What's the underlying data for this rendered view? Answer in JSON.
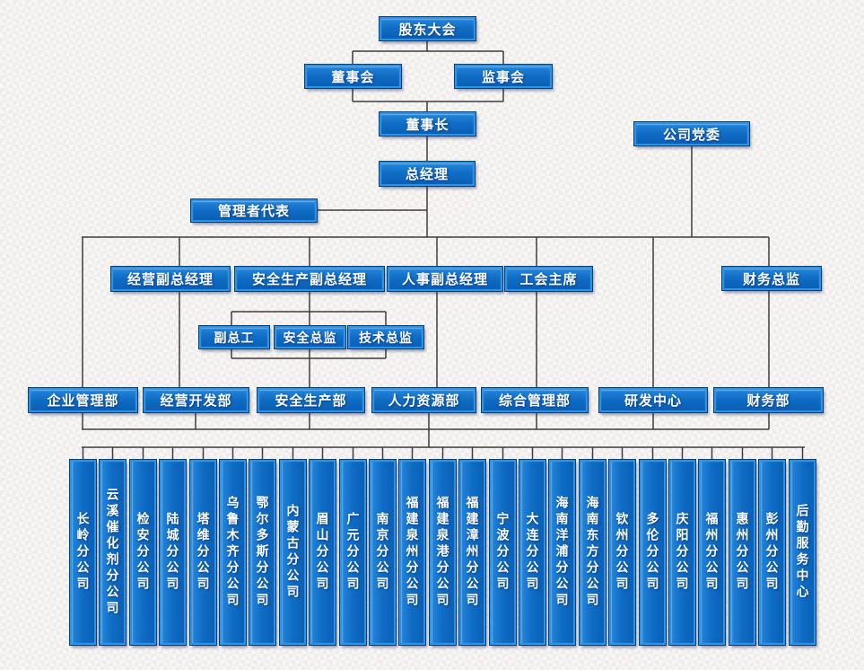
{
  "colors": {
    "box_fill": "#0f6cc4",
    "box_fill_top": "#2586da",
    "box_border": "#2f93e3",
    "box_edge": "#0a3f7d",
    "line": "#3d3d3d",
    "text": "#ffffff",
    "background": "#f7f6f4"
  },
  "nodes": {
    "shareholders_meeting": "股东大会",
    "board_of_directors": "董事会",
    "supervisory_board": "监事会",
    "chairman": "董事长",
    "party_committee": "公司党委",
    "general_manager": "总经理",
    "management_representative": "管理者代表",
    "vp_operations": "经营副总经理",
    "vp_safety_production": "安全生产副总经理",
    "vp_hr": "人事副总经理",
    "union_chairman": "工会主席",
    "finance_director": "财务总监",
    "deputy_chief_engineer": "副总工",
    "safety_director": "安全总监",
    "technical_director": "技术总监",
    "dept_enterprise_management": "企业管理部",
    "dept_business_development": "经营开发部",
    "dept_safety_production": "安全生产部",
    "dept_human_resources": "人力资源部",
    "dept_general_management": "综合管理部",
    "dept_rd_center": "研发中心",
    "dept_finance": "财务部"
  },
  "branches": [
    "长岭分公司",
    "云溪催化剂分公司",
    "检安分公司",
    "陆城分公司",
    "塔维分公司",
    "乌鲁木齐分公司",
    "鄂尔多斯分公司",
    "内蒙古分公司",
    "眉山分公司",
    "广元分公司",
    "南京分公司",
    "福建泉州分公司",
    "福建泉港分公司",
    "福建漳州分公司",
    "宁波分公司",
    "大连分公司",
    "海南洋浦分公司",
    "海南东方分公司",
    "钦州分公司",
    "多伦分公司",
    "庆阳分公司",
    "福州分公司",
    "惠州分公司",
    "彭州分公司",
    "后勤服务中心"
  ]
}
